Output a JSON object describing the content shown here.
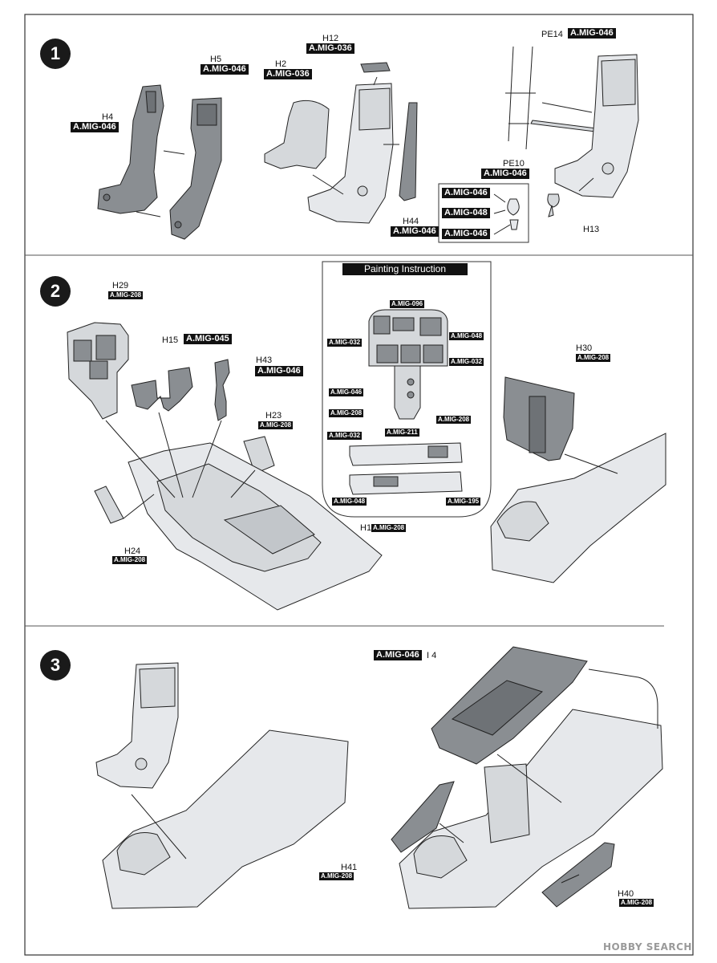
{
  "steps": {
    "s1": "1",
    "s2": "2",
    "s3": "3"
  },
  "step1": {
    "h4_part": "H4",
    "h4_paint": "A.MIG-046",
    "h5_part": "H5",
    "h5_paint": "A.MIG-046",
    "h2_part": "H2",
    "h2_paint": "A.MIG-036",
    "h12_part": "H12",
    "h12_paint": "A.MIG-036",
    "h44_part": "H44",
    "h44_paint": "A.MIG-046",
    "pe14_part": "PE14",
    "pe14_paint": "A.MIG-046",
    "pe10_part": "PE10",
    "pe10_paint": "A.MIG-046",
    "h13_part": "H13",
    "h13_detail_paints": [
      "A.MIG-046",
      "A.MIG-048",
      "A.MIG-046"
    ]
  },
  "step2": {
    "h29_part": "H29",
    "h29_paint": "A.MIG-208",
    "h15_part": "H15",
    "h15_paint": "A.MIG-045",
    "h43_part": "H43",
    "h43_paint": "A.MIG-046",
    "h23_part": "H23",
    "h23_paint": "A.MIG-208",
    "h24_part": "H24",
    "h24_paint": "A.MIG-208",
    "h1_part": "H1",
    "h1_paint": "A.MIG-208",
    "h30_part": "H30",
    "h30_paint": "A.MIG-208",
    "painting_instruction": {
      "title": "Painting Instruction",
      "top": "A.MIG-096",
      "left1": "A.MIG-032",
      "right1": "A.MIG-048",
      "right2": "A.MIG-032",
      "mid1": "A.MIG-046",
      "mid2": "A.MIG-208",
      "console_a": "A.MIG-032",
      "console_b": "A.MIG-211",
      "console_c": "A.MIG-208",
      "console_d": "A.MIG-048",
      "console_e": "A.MIG-195"
    }
  },
  "step3": {
    "i4_paint": "A.MIG-046",
    "i4_part": "I 4",
    "h41_part": "H41",
    "h41_paint": "A.MIG-208",
    "h40_part": "H40",
    "h40_paint": "A.MIG-208"
  },
  "watermark": "HOBBY SEARCH",
  "colors": {
    "gray_part": "#8a8e92",
    "light_part": "#d5d8db",
    "tub": "#e6e8eb",
    "line": "#222222"
  }
}
